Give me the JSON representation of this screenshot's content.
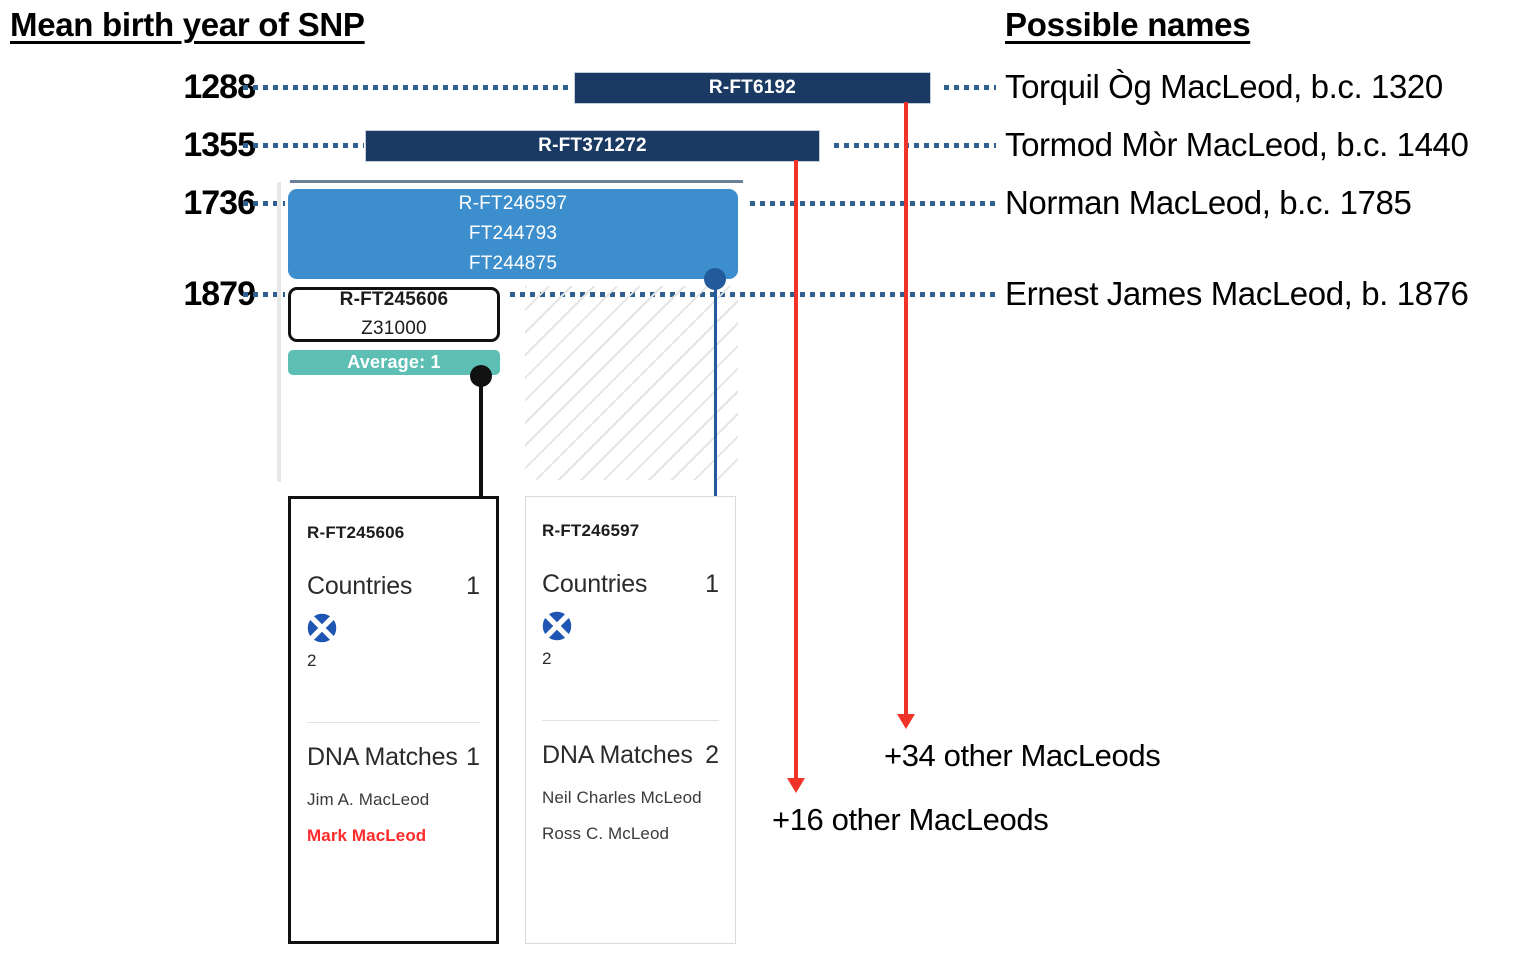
{
  "headers": {
    "left": "Mean birth year of SNP",
    "right": "Possible names"
  },
  "rows": [
    {
      "year": "1288",
      "snp_label": "R-FT6192",
      "name": "Torquil Òg MacLeod, b.c. 1320"
    },
    {
      "year": "1355",
      "snp_label": "R-FT371272",
      "name": "Tormod Mòr MacLeod, b.c. 1440"
    },
    {
      "year": "1736",
      "snp_label": "R-FT246597",
      "name": "Norman MacLeod, b.c. 1785"
    },
    {
      "year": "1879",
      "snp_label": "R-FT245606",
      "name": "Ernest James MacLeod, b. 1876"
    }
  ],
  "blue_block": {
    "line1": "R-FT246597",
    "line2": "FT244793",
    "line3": "FT244875"
  },
  "white_block": {
    "line1": "R-FT245606",
    "line2": "Z31000"
  },
  "average_pill": {
    "label": "Average: 1"
  },
  "cards": [
    {
      "code": "R-FT245606",
      "countries_label": "Countries",
      "countries_count": "1",
      "flag_icon": "scotland-saltire-icon",
      "flag_count": "2",
      "matches_label": "DNA Matches",
      "matches_count": "1",
      "matches": [
        {
          "name": "Jim A. MacLeod",
          "highlight": false
        },
        {
          "name": "Mark MacLeod",
          "highlight": true
        }
      ]
    },
    {
      "code": "R-FT246597",
      "countries_label": "Countries",
      "countries_count": "1",
      "flag_icon": "scotland-saltire-icon",
      "flag_count": "2",
      "matches_label": "DNA Matches",
      "matches_count": "2",
      "matches": [
        {
          "name": "Neil Charles McLeod",
          "highlight": false
        },
        {
          "name": "Ross C. McLeod",
          "highlight": false
        }
      ]
    }
  ],
  "annotations": [
    {
      "text": "+34 other MacLeods"
    },
    {
      "text": "+16 other MacLeods"
    }
  ],
  "colors": {
    "navy": "#1a3a63",
    "blue": "#3d8ecc",
    "teal": "#5dbfb4",
    "red": "#f03328",
    "highlight_text": "#ff2a2a",
    "leader_dot": "#2f6090"
  }
}
